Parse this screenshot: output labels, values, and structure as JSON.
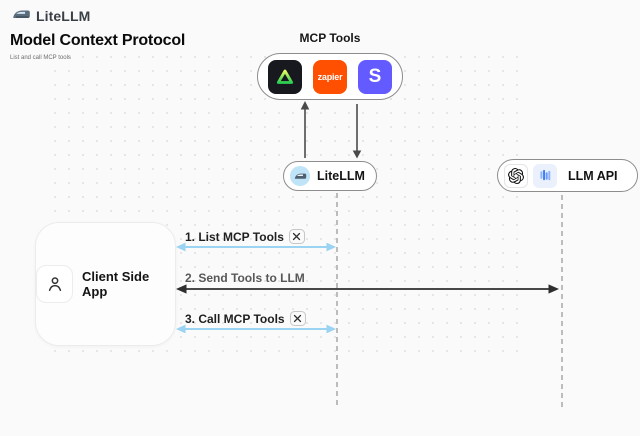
{
  "header": {
    "brand": "LiteLLM",
    "logo_icon": "train-icon"
  },
  "title": "Model Context Protocol",
  "subtitle": "List and call MCP tools",
  "mcp": {
    "label": "MCP Tools",
    "tools": [
      {
        "icon": "triangle-tool-icon",
        "label": ""
      },
      {
        "icon": "zapier-icon",
        "label": "zapier"
      },
      {
        "icon": "stripe-icon",
        "label": "S"
      }
    ]
  },
  "nodes": {
    "litellm": {
      "label": "LiteLLM",
      "icon": "litellm-train-icon"
    },
    "llm_api": {
      "label": "LLM API",
      "icons": [
        "openai-icon",
        "llm-bars-icon"
      ]
    },
    "client": {
      "label": "Client Side App",
      "icon": "person-icon"
    }
  },
  "messages": [
    {
      "label": "1. List MCP Tools",
      "badge_icon": "hammer-wrench-icon",
      "double_headed": true,
      "arrow_color": "#9bd3f3"
    },
    {
      "label": "2. Send Tools to LLM",
      "badge_icon": null,
      "double_headed": true,
      "arrow_color": "#2e2e2e"
    },
    {
      "label": "3. Call MCP Tools",
      "badge_icon": "hammer-wrench-icon",
      "double_headed": true,
      "arrow_color": "#9bd3f3"
    }
  ],
  "colors": {
    "background": "#fafafa",
    "accent_blue_arrow": "#9bd3f3",
    "dark_arrow": "#2e2e2e",
    "vertical_arrow_grey": "#4a4a4a",
    "lifeline_grey": "#adadad",
    "zapier_orange": "#ff4f00",
    "stripe_purple": "#635bff",
    "tool_tile_black": "#17191e",
    "triangle_green": "#2bcf53",
    "litellm_icon_blue": "#bfe3f7"
  }
}
